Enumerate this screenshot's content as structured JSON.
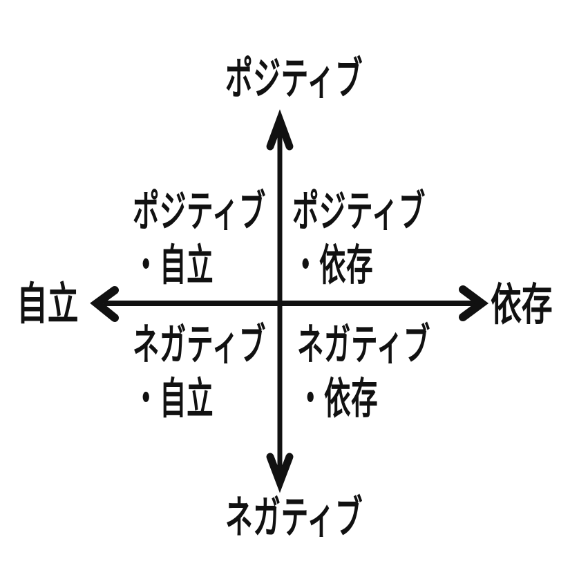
{
  "diagram": {
    "type": "quadrant-matrix",
    "colors": {
      "background": "#ffffff",
      "ink": "#111111"
    },
    "axes": {
      "top_label": "ポジティブ",
      "bottom_label": "ネガティブ",
      "left_label": "自立",
      "right_label": "依存"
    },
    "quadrants": {
      "top_left": {
        "line1": "ポジティブ",
        "line2": "・自立"
      },
      "top_right": {
        "line1": "ポジティブ",
        "line2": "・依存"
      },
      "bottom_left": {
        "line1": "ネガティブ",
        "line2": "・自立"
      },
      "bottom_right": {
        "line1": "ネガティブ",
        "line2": "・依存"
      }
    },
    "icons": {
      "up_arrow": "arrowhead-up-icon",
      "down_arrow": "arrowhead-down-icon",
      "left_arrow": "arrowhead-left-icon",
      "right_arrow": "arrowhead-right-icon"
    }
  }
}
